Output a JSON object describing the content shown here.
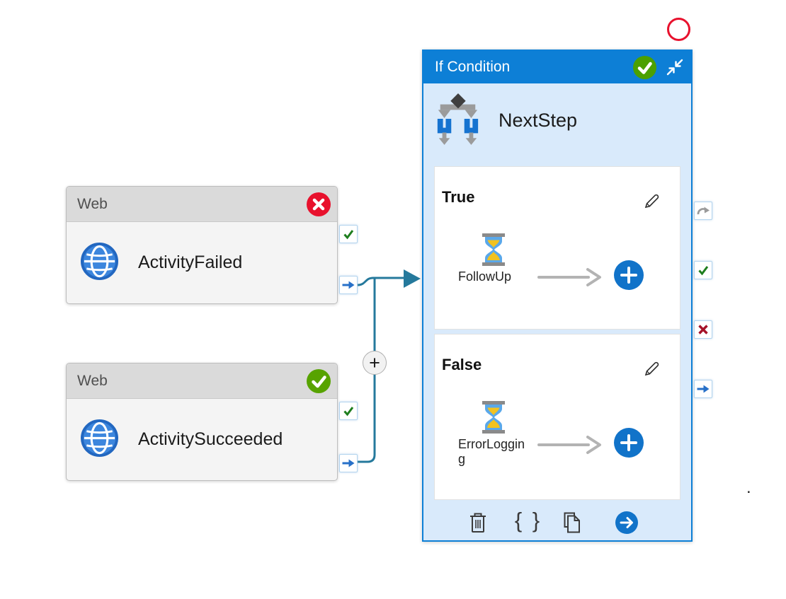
{
  "diagram": {
    "web_activity_1": {
      "type_label": "Web",
      "name": "ActivityFailed",
      "status": "error"
    },
    "web_activity_2": {
      "type_label": "Web",
      "name": "ActivitySucceeded",
      "status": "success"
    },
    "if_condition": {
      "type_label": "If Condition",
      "name": "NextStep",
      "true_branch": {
        "label": "True",
        "activity": "FollowUp"
      },
      "false_branch": {
        "label": "False",
        "activity": "ErrorLogging"
      },
      "footer": {
        "braces_label": "{ }"
      }
    },
    "junction_label": "+",
    "add_button_label": "+",
    "stray_dot": "."
  },
  "icons": {
    "web_activity": "globe-icon",
    "branch_activity": "hourglass-wait-icon",
    "if_condition": "if-branch-icon",
    "header_status": "check-circle-icon",
    "web1_status": "error-x-circle-icon",
    "web2_status": "success-check-circle-icon",
    "ports": [
      "skip-arrow-icon",
      "check-icon",
      "fail-x-icon",
      "output-arrow-icon"
    ],
    "footer": [
      "trash-icon",
      "braces-icon",
      "copy-icon",
      "open-arrow-icon"
    ],
    "edit": "pencil-icon",
    "collapse": "collapse-arrows-icon"
  },
  "colors": {
    "accent_blue": "#0d7fd6",
    "panel_bg": "#d9eafb",
    "success_green": "#57a300",
    "header_check_green": "#4ba001",
    "error_red": "#e8112d",
    "port_check_green": "#1e7e1e",
    "port_arrow_blue": "#2770c8",
    "port_fail_red": "#a51228",
    "connector_teal": "#25799c",
    "add_button_blue": "#1173c9",
    "node_header_gray": "#dadada",
    "node_body_gray": "#f4f4f4"
  }
}
